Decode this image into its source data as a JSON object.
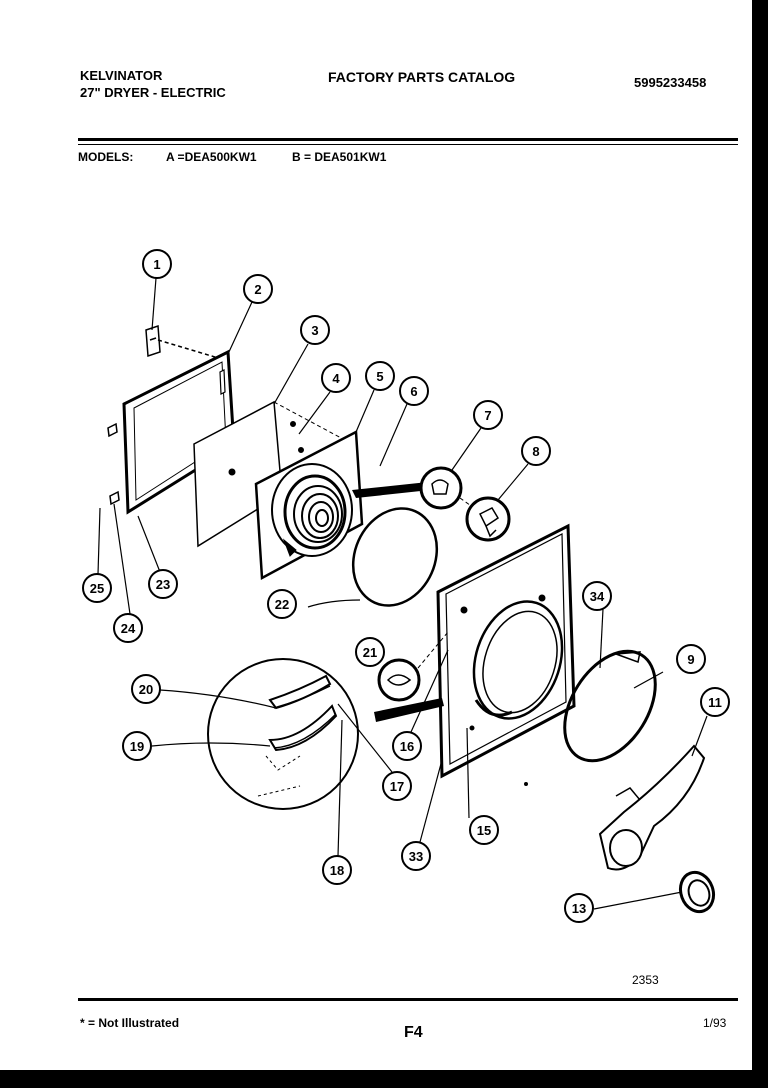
{
  "header": {
    "brand": "KELVINATOR",
    "product": "27\" DRYER - ELECTRIC",
    "catalog_title": "FACTORY PARTS CATALOG",
    "catalog_number": "5995233458"
  },
  "models": {
    "label": "MODELS:",
    "a": "A =DEA500KW1",
    "b": "B = DEA501KW1"
  },
  "diagram": {
    "callouts": [
      "1",
      "2",
      "3",
      "4",
      "5",
      "6",
      "7",
      "8",
      "9",
      "11",
      "13",
      "15",
      "16",
      "17",
      "18",
      "19",
      "20",
      "21",
      "22",
      "23",
      "24",
      "25",
      "33",
      "34"
    ],
    "drawing_number": "2353"
  },
  "footer": {
    "legend": "* = Not Illustrated",
    "page_label": "F4",
    "date": "1/93"
  },
  "colors": {
    "ink": "#000000",
    "paper": "#ffffff",
    "border": "#000000"
  }
}
